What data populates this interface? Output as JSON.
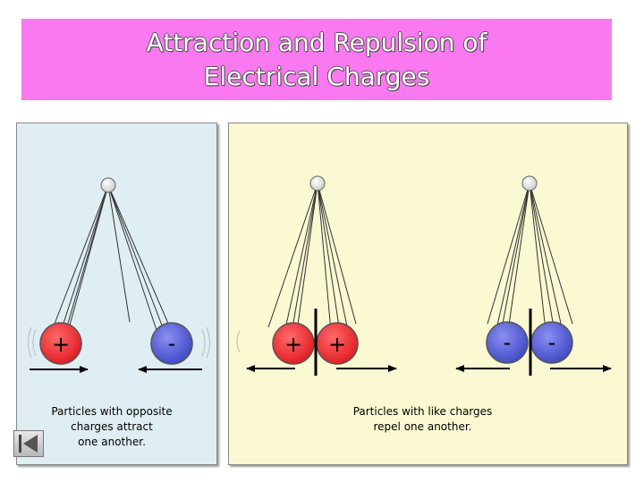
{
  "title": {
    "line1": "Attraction and Repulsion of",
    "line2": "Electrical Charges"
  },
  "colors": {
    "title_bg": "#fa78f0",
    "left_bg": "#dfeef2",
    "right_bg": "#fbf9d2",
    "positive": "#e8202a",
    "negative": "#4a56c8"
  },
  "diagrams": [
    {
      "name": "attract",
      "signs": [
        "+",
        "-"
      ]
    },
    {
      "name": "repel-positive",
      "signs": [
        "+",
        "+"
      ]
    },
    {
      "name": "repel-negative",
      "signs": [
        "-",
        "-"
      ]
    }
  ],
  "captions": {
    "attract": "Particles with opposite\ncharges attract\none another.",
    "repel": "Particles with like charges\nrepel one another."
  },
  "nav": {
    "icon": "back-arrow-icon"
  }
}
